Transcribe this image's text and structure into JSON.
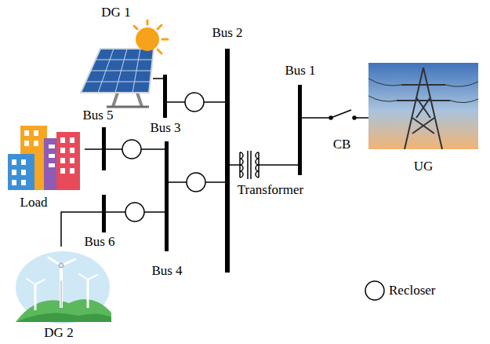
{
  "diagram": {
    "nodes": [
      {
        "text": [
          "DG 1"
        ]
      },
      {
        "text": [
          "Bus 3"
        ]
      },
      {
        "text": [
          "Bus 2"
        ]
      },
      {
        "text": [
          "Transformer"
        ]
      },
      {
        "text": [
          "Bus 1"
        ]
      },
      {
        "text": [
          "CB"
        ]
      },
      {
        "text": [
          "UG"
        ]
      },
      {
        "text": [
          "Bus 5"
        ]
      },
      {
        "text": [
          "Load"
        ]
      },
      {
        "text": [
          "Bus 4"
        ]
      },
      {
        "text": [
          "Bus 6"
        ]
      },
      {
        "text": [
          "DG 2"
        ]
      }
    ],
    "edges": [
      {
        "from": 0,
        "to": 1,
        "arrow": "none"
      },
      {
        "from": 1,
        "to": 2,
        "arrow": "none"
      },
      {
        "from": 2,
        "to": 3,
        "arrow": "none"
      },
      {
        "from": 3,
        "to": 4,
        "arrow": "none"
      },
      {
        "from": 4,
        "to": 5,
        "arrow": "none"
      },
      {
        "from": 5,
        "to": 6,
        "arrow": "none"
      },
      {
        "from": 8,
        "to": 7,
        "arrow": "none"
      },
      {
        "from": 7,
        "to": 9,
        "arrow": "none"
      },
      {
        "from": 9,
        "to": 2,
        "arrow": "none"
      },
      {
        "from": 9,
        "to": 10,
        "arrow": "none"
      },
      {
        "from": 10,
        "to": 11,
        "arrow": "none"
      }
    ],
    "legend": [
      {
        "text": "Recloser"
      }
    ]
  }
}
